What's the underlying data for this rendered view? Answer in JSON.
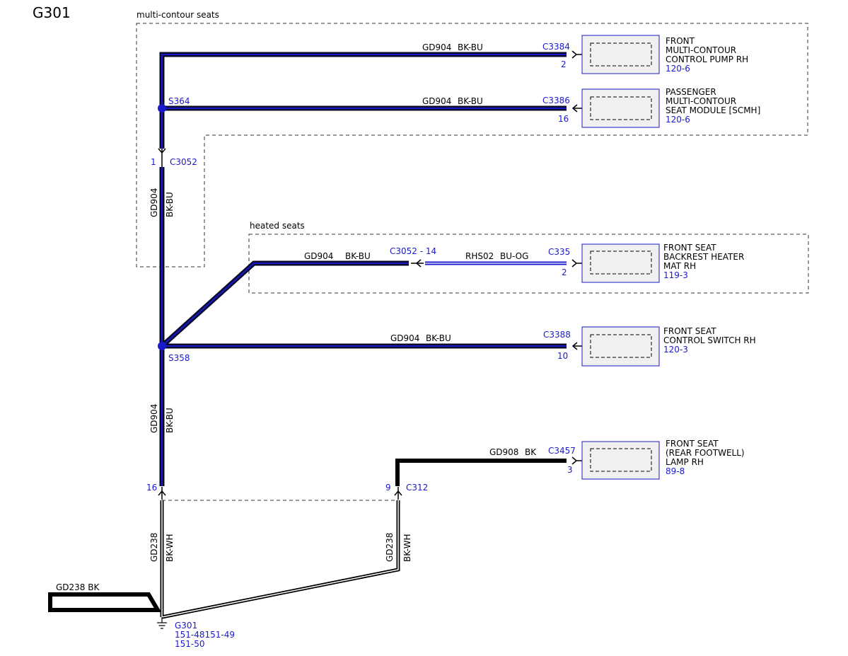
{
  "title": "G301",
  "groups": {
    "multi_contour": "multi-contour seats",
    "heated": "heated seats"
  },
  "wires": {
    "pump": {
      "circuit": "GD904",
      "color": "BK-BU"
    },
    "scmh": {
      "circuit": "GD904",
      "color": "BK-BU"
    },
    "heater_left": {
      "circuit": "GD904",
      "color": "BK-BU"
    },
    "heater_right": {
      "circuit": "RHS02",
      "color": "BU-OG"
    },
    "switch": {
      "circuit": "GD904",
      "color": "BK-BU"
    },
    "lamp": {
      "circuit": "GD908",
      "color": "BK"
    },
    "vert_upper": {
      "circuit": "GD904",
      "color": "BK-BU"
    },
    "vert_lower": {
      "circuit": "GD904",
      "color": "BK-BU"
    },
    "gd238_left": {
      "circuit": "GD238",
      "color": "BK-WH"
    },
    "gd238_right": {
      "circuit": "GD238",
      "color": "BK-WH"
    },
    "ground_strap": "GD238  BK"
  },
  "splices": {
    "s364": "S364",
    "s358": "S358"
  },
  "connectors": {
    "c3384": {
      "id": "C3384",
      "pin": "2"
    },
    "c3386": {
      "id": "C3386",
      "pin": "16"
    },
    "c3052_top": {
      "id": "C3052",
      "pin": "1"
    },
    "c3052_heater": {
      "id": "C3052 - 14"
    },
    "c335": {
      "id": "C335",
      "pin": "2"
    },
    "c3388": {
      "id": "C3388",
      "pin": "10"
    },
    "c3457": {
      "id": "C3457",
      "pin": "3"
    },
    "c312": {
      "id": "C312",
      "pin": "9"
    },
    "c3052_bottom": {
      "pin": "16"
    }
  },
  "components": {
    "pump": {
      "lines": [
        "FRONT",
        "MULTI-CONTOUR",
        "CONTROL PUMP RH"
      ],
      "ref": "120-6"
    },
    "scmh": {
      "lines": [
        "PASSENGER",
        "MULTI-CONTOUR",
        "SEAT MODULE [SCMH]"
      ],
      "ref": "120-6"
    },
    "heater": {
      "lines": [
        "FRONT SEAT",
        "BACKREST HEATER",
        "MAT RH"
      ],
      "ref": "119-3"
    },
    "switch": {
      "lines": [
        "FRONT SEAT",
        "CONTROL SWITCH RH"
      ],
      "ref": "120-3"
    },
    "lamp": {
      "lines": [
        "FRONT SEAT",
        "(REAR FOOTWELL)",
        "LAMP RH"
      ],
      "ref": "89-8"
    }
  },
  "ground": {
    "id": "G301",
    "refs": [
      "151-48151-49",
      "151-50"
    ]
  },
  "colors": {
    "wire_core": "#1a1acc",
    "wire_outline": "#0a0a2a",
    "label_blue": "#1a1acc",
    "component_fill": "#f0f0f0"
  }
}
